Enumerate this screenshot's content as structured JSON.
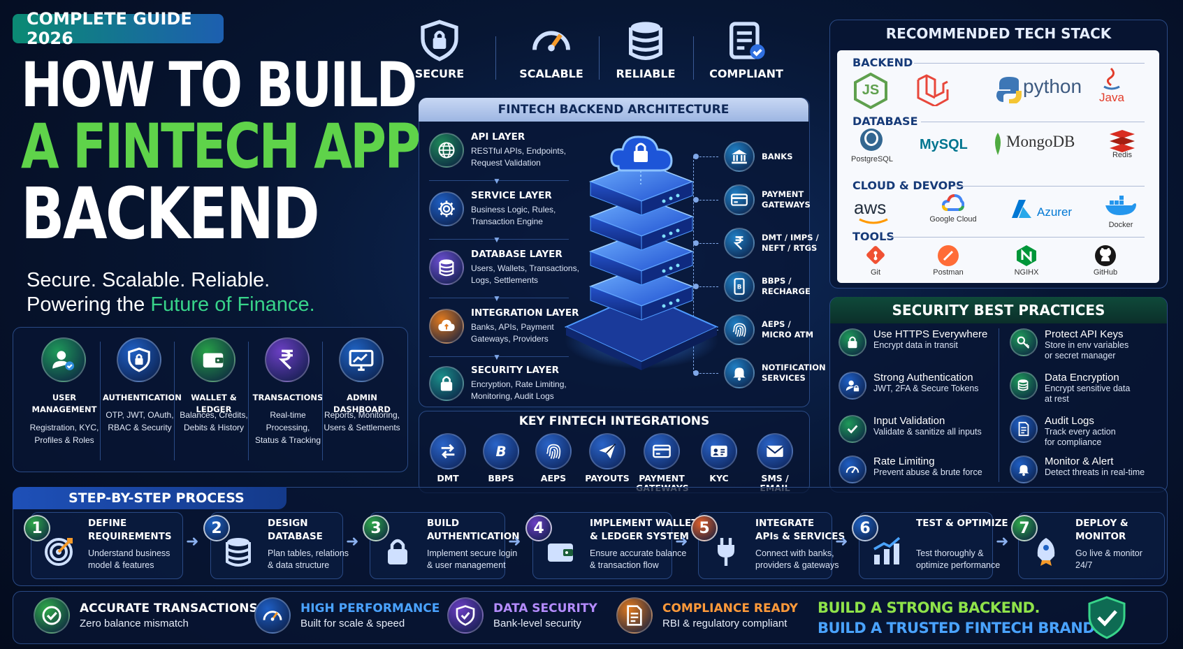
{
  "header": {
    "badge": "COMPLETE GUIDE 2026",
    "title_line1": "HOW TO BUILD",
    "title_line2": "A FINTECH APP",
    "title_line3": "BACKEND",
    "tagline1": "Secure. Scalable. Reliable.",
    "tagline2_prefix": "Powering the ",
    "tagline2_highlight": "Future of Finance."
  },
  "pillars": [
    {
      "label": "SECURE",
      "icon": "shield-lock-icon"
    },
    {
      "label": "SCALABLE",
      "icon": "speedometer-icon"
    },
    {
      "label": "RELIABLE",
      "icon": "database-icon"
    },
    {
      "label": "COMPLIANT",
      "icon": "checklist-icon"
    }
  ],
  "modules": [
    {
      "title1": "USER",
      "title2": "MANAGEMENT",
      "desc1": "Registration, KYC,",
      "desc2": "Profiles & Roles",
      "icon": "user-check-icon",
      "color": "#1f9a5a"
    },
    {
      "title1": "AUTHENTICATION",
      "title2": "",
      "desc1": "OTP, JWT, OAuth,",
      "desc2": "RBAC & Security",
      "icon": "shield-lock-icon",
      "color": "#1f5fc4"
    },
    {
      "title1": "WALLET & LEDGER",
      "title2": "",
      "desc1": "Balances, Credits,",
      "desc2": "Debits & History",
      "icon": "wallet-icon",
      "color": "#27a048"
    },
    {
      "title1": "TRANSACTIONS",
      "title2": "",
      "desc1": "Real-time Processing,",
      "desc2": "Status & Tracking",
      "icon": "rupee-icon",
      "color": "#6b3fc4"
    },
    {
      "title1": "ADMIN DASHBOARD",
      "title2": "",
      "desc1": "Reports, Monitoring,",
      "desc2": "Users & Settlements",
      "icon": "monitor-chart-icon",
      "color": "#1f63c4"
    }
  ],
  "architecture": {
    "title": "FINTECH BACKEND ARCHITECTURE",
    "layers": [
      {
        "name": "API LAYER",
        "desc1": "RESTful APIs, Endpoints,",
        "desc2": "Request Validation",
        "icon": "globe-icon",
        "color": "#1f8a5a"
      },
      {
        "name": "SERVICE LAYER",
        "desc1": "Business Logic, Rules,",
        "desc2": "Transaction Engine",
        "icon": "gear-icon",
        "color": "#1f5fc4"
      },
      {
        "name": "DATABASE LAYER",
        "desc1": "Users, Wallets, Transactions,",
        "desc2": "Logs, Settlements",
        "icon": "database-icon",
        "color": "#6b4fd0"
      },
      {
        "name": "INTEGRATION LAYER",
        "desc1": "Banks, APIs, Payment",
        "desc2": "Gateways, Providers",
        "icon": "cloud-sync-icon",
        "color": "#e07a1f"
      },
      {
        "name": "SECURITY LAYER",
        "desc1": "Encryption, Rate Limiting,",
        "desc2": "Monitoring, Audit Logs",
        "icon": "lock-icon",
        "color": "#1b8f8a"
      }
    ],
    "nodes": [
      {
        "line1": "BANKS",
        "line2": "",
        "icon": "bank-icon"
      },
      {
        "line1": "PAYMENT",
        "line2": "GATEWAYS",
        "icon": "card-icon"
      },
      {
        "line1": "DMT / IMPS /",
        "line2": "NEFT / RTGS",
        "icon": "rupee-icon"
      },
      {
        "line1": "BBPS /",
        "line2": "RECHARGE",
        "icon": "phone-icon"
      },
      {
        "line1": "AEPS /",
        "line2": "MICRO ATM",
        "icon": "fingerprint-icon"
      },
      {
        "line1": "NOTIFICATION",
        "line2": "SERVICES",
        "icon": "bell-icon"
      }
    ]
  },
  "integrations": {
    "title": "KEY FINTECH INTEGRATIONS",
    "items": [
      {
        "line1": "DMT",
        "line2": "",
        "icon": "transfer-arrows-icon"
      },
      {
        "line1": "BBPS",
        "line2": "",
        "icon": "bbps-b-icon"
      },
      {
        "line1": "AEPS",
        "line2": "",
        "icon": "fingerprint-icon"
      },
      {
        "line1": "PAYOUTS",
        "line2": "",
        "icon": "send-icon"
      },
      {
        "line1": "PAYMENT",
        "line2": "GATEWAYS",
        "icon": "card-icon"
      },
      {
        "line1": "KYC",
        "line2": "",
        "icon": "id-card-icon"
      },
      {
        "line1": "SMS / EMAIL",
        "line2": "",
        "icon": "mail-icon"
      }
    ]
  },
  "stack": {
    "title": "RECOMMENDED TECH STACK",
    "backend_h": "BACKEND",
    "database_h": "DATABASE",
    "cloud_h": "CLOUD & DEVOPS",
    "tools_h": "TOOLS",
    "backend": {
      "js": "JS",
      "python": "python",
      "java": "Java"
    },
    "database": {
      "postgres": "PostgreSQL",
      "mysql": "MySQL",
      "mongo": "MongoDB",
      "redis": "Redis"
    },
    "cloud": {
      "aws": "aws",
      "gcloud": "Google Cloud",
      "azure": "Azurer",
      "docker": "Docker"
    },
    "tools": {
      "git": "Git",
      "postman": "Postman",
      "nginx": "NGIHX",
      "github": "GitHub"
    }
  },
  "security": {
    "title": "SECURITY BEST PRACTICES",
    "items": [
      {
        "title": "Use HTTPS Everywhere",
        "desc1": "Encrypt data in transit",
        "desc2": "",
        "icon": "lock-icon",
        "color": "#1f9a5a"
      },
      {
        "title": "Protect API Keys",
        "desc1": "Store in env variables",
        "desc2": "or secret manager",
        "icon": "key-icon",
        "color": "#1f9a5a"
      },
      {
        "title": "Strong Authentication",
        "desc1": "JWT, 2FA & Secure Tokens",
        "desc2": "",
        "icon": "user-lock-icon",
        "color": "#1f5fc4"
      },
      {
        "title": "Data Encryption",
        "desc1": "Encrypt sensitive data",
        "desc2": "at rest",
        "icon": "database-lock-icon",
        "color": "#1f9a5a"
      },
      {
        "title": "Input Validation",
        "desc1": "Validate & sanitize all inputs",
        "desc2": "",
        "icon": "check-icon",
        "color": "#1f9a5a"
      },
      {
        "title": "Audit Logs",
        "desc1": "Track every action",
        "desc2": "for compliance",
        "icon": "document-icon",
        "color": "#1f5fc4"
      },
      {
        "title": "Rate Limiting",
        "desc1": "Prevent abuse & brute force",
        "desc2": "",
        "icon": "gauge-icon",
        "color": "#1f5fc4"
      },
      {
        "title": "Monitor & Alert",
        "desc1": "Detect threats in real-time",
        "desc2": "",
        "icon": "bell-icon",
        "color": "#1f5fc4"
      }
    ]
  },
  "steps": {
    "title": "STEP-BY-STEP PROCESS",
    "items": [
      {
        "num": "1",
        "t1": "DEFINE",
        "t2": "REQUIREMENTS",
        "d1": "Understand business",
        "d2": "model & features",
        "color": "#2fa94a",
        "icon": "target-icon"
      },
      {
        "num": "2",
        "t1": "DESIGN",
        "t2": "DATABASE",
        "d1": "Plan tables, relations",
        "d2": "& data structure",
        "color": "#1f63c4",
        "icon": "database-icon"
      },
      {
        "num": "3",
        "t1": "BUILD",
        "t2": "AUTHENTICATION",
        "d1": "Implement secure login",
        "d2": "& user management",
        "color": "#2fa94a",
        "icon": "lock-icon"
      },
      {
        "num": "4",
        "t1": "IMPLEMENT WALLET",
        "t2": "& LEDGER SYSTEM",
        "d1": "Ensure accurate balance",
        "d2": "& transaction flow",
        "color": "#6b3fc4",
        "icon": "wallet-icon"
      },
      {
        "num": "5",
        "t1": "INTEGRATE",
        "t2": "APIs & SERVICES",
        "d1": "Connect with banks,",
        "d2": "providers & gateways",
        "color": "#e0602a",
        "icon": "plug-icon"
      },
      {
        "num": "6",
        "t1": "TEST & OPTIMIZE",
        "t2": "",
        "d1": "Test thoroughly &",
        "d2": "optimize performance",
        "color": "#1f63c4",
        "icon": "bar-chart-icon"
      },
      {
        "num": "7",
        "t1": "DEPLOY &",
        "t2": "MONITOR",
        "d1": "Go live & monitor",
        "d2": "24/7",
        "color": "#2fa94a",
        "icon": "rocket-icon"
      }
    ]
  },
  "benefits": [
    {
      "title": "ACCURATE TRANSACTIONS",
      "desc": "Zero balance mismatch",
      "color": "#ffffff",
      "icon_color": "#2fa94a",
      "icon": "check-circle-icon"
    },
    {
      "title": "HIGH PERFORMANCE",
      "desc": "Built for scale & speed",
      "color": "#4aa3ff",
      "icon_color": "#1f5fc4",
      "icon": "speedometer-icon"
    },
    {
      "title": "DATA SECURITY",
      "desc": "Bank-level security",
      "color": "#b58cff",
      "icon_color": "#6b3fc4",
      "icon": "shield-check-icon"
    },
    {
      "title": "COMPLIANCE READY",
      "desc": "RBI & regulatory compliant",
      "color": "#ff9a3a",
      "icon_color": "#e07a1f",
      "icon": "document-icon"
    }
  ],
  "slogan": {
    "line1": "BUILD A STRONG BACKEND.",
    "line2": "BUILD A TRUSTED FINTECH BRAND."
  }
}
